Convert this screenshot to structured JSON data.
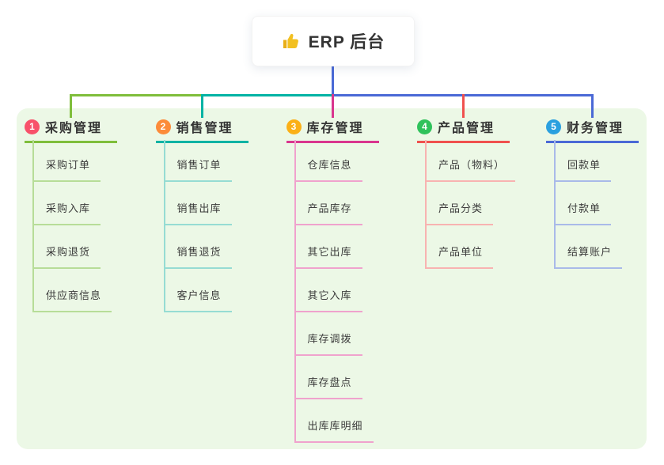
{
  "root": {
    "label": "ERP 后台",
    "icon": "thumbs-up-icon",
    "icon_color": "#f2c021"
  },
  "canvas": {
    "panel_bg": "#ecf8e6",
    "root_line_color": "#4a69d6"
  },
  "branches": [
    {
      "index": "1",
      "label": "采购管理",
      "badge_color": "#f8516a",
      "line_color": "#7fbe3b",
      "child_line_color": "#b7dd98",
      "children": [
        "采购订单",
        "采购入库",
        "采购退货",
        "供应商信息"
      ]
    },
    {
      "index": "2",
      "label": "销售管理",
      "badge_color": "#fc8b39",
      "line_color": "#00b3a4",
      "child_line_color": "#96dcd3",
      "children": [
        "销售订单",
        "销售出库",
        "销售退货",
        "客户信息"
      ]
    },
    {
      "index": "3",
      "label": "库存管理",
      "badge_color": "#fbb017",
      "line_color": "#d9368e",
      "child_line_color": "#f0a2cd",
      "children": [
        "仓库信息",
        "产品库存",
        "其它出库",
        "其它入库",
        "库存调拨",
        "库存盘点",
        "出库库明细"
      ]
    },
    {
      "index": "4",
      "label": "产品管理",
      "badge_color": "#2fc25b",
      "line_color": "#f0514e",
      "child_line_color": "#f8b3b1",
      "children": [
        "产品（物料）",
        "产品分类",
        "产品单位"
      ]
    },
    {
      "index": "5",
      "label": "财务管理",
      "badge_color": "#2aa0df",
      "line_color": "#4a69d6",
      "child_line_color": "#a9bae9",
      "children": [
        "回款单",
        "付款单",
        "结算账户"
      ]
    }
  ]
}
